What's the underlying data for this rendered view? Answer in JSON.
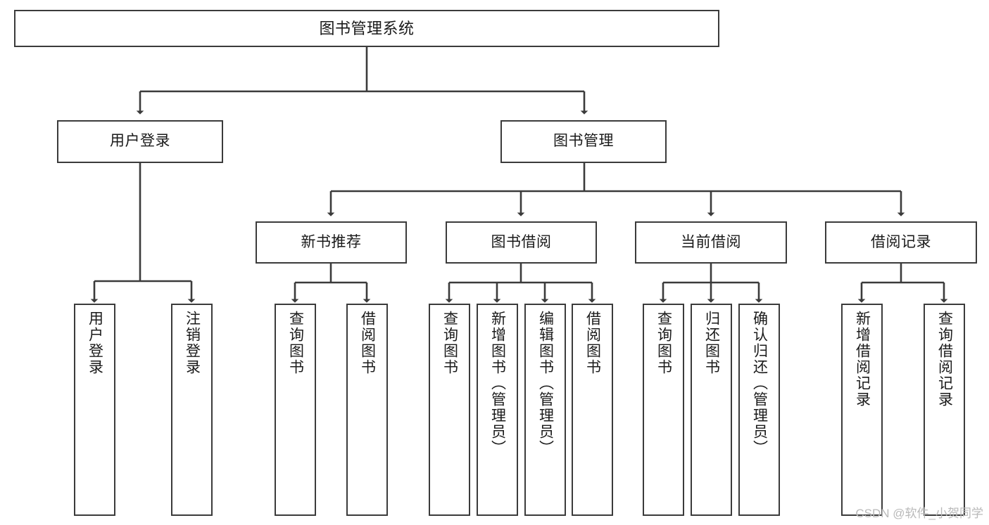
{
  "diagram": {
    "type": "tree",
    "title": "图书管理系统",
    "watermark": "CSDN @软件_小贺同学",
    "colors": {
      "background": "#ffffff",
      "node_border": "#3b3b3b",
      "node_fill": "#ffffff",
      "edge": "#3b3b3b",
      "text": "#1a1a1a",
      "watermark": "#b9b9b9"
    },
    "root": {
      "label": "图书管理系统",
      "orientation": "horizontal"
    },
    "level1": [
      {
        "label": "用户登录",
        "orientation": "horizontal"
      },
      {
        "label": "图书管理",
        "orientation": "horizontal"
      }
    ],
    "level2": [
      {
        "label": "新书推荐",
        "orientation": "horizontal",
        "parent": "图书管理"
      },
      {
        "label": "图书借阅",
        "orientation": "horizontal",
        "parent": "图书管理"
      },
      {
        "label": "当前借阅",
        "orientation": "horizontal",
        "parent": "图书管理"
      },
      {
        "label": "借阅记录",
        "orientation": "horizontal",
        "parent": "图书管理"
      }
    ],
    "leaves": {
      "用户登录": [
        {
          "label": "用户登录",
          "orientation": "vertical"
        },
        {
          "label": "注销登录",
          "orientation": "vertical"
        }
      ],
      "新书推荐": [
        {
          "label": "查询图书",
          "orientation": "vertical"
        },
        {
          "label": "借阅图书",
          "orientation": "vertical"
        }
      ],
      "图书借阅": [
        {
          "label": "查询图书",
          "orientation": "vertical"
        },
        {
          "label": "新增图书（管理员）",
          "orientation": "vertical"
        },
        {
          "label": "编辑图书（管理员）",
          "orientation": "vertical"
        },
        {
          "label": "借阅图书",
          "orientation": "vertical"
        }
      ],
      "当前借阅": [
        {
          "label": "查询图书",
          "orientation": "vertical"
        },
        {
          "label": "归还图书",
          "orientation": "vertical"
        },
        {
          "label": "确认归还（管理员）",
          "orientation": "vertical"
        }
      ],
      "借阅记录": [
        {
          "label": "新增借阅记录",
          "orientation": "vertical"
        },
        {
          "label": "查询借阅记录",
          "orientation": "vertical"
        }
      ]
    }
  }
}
